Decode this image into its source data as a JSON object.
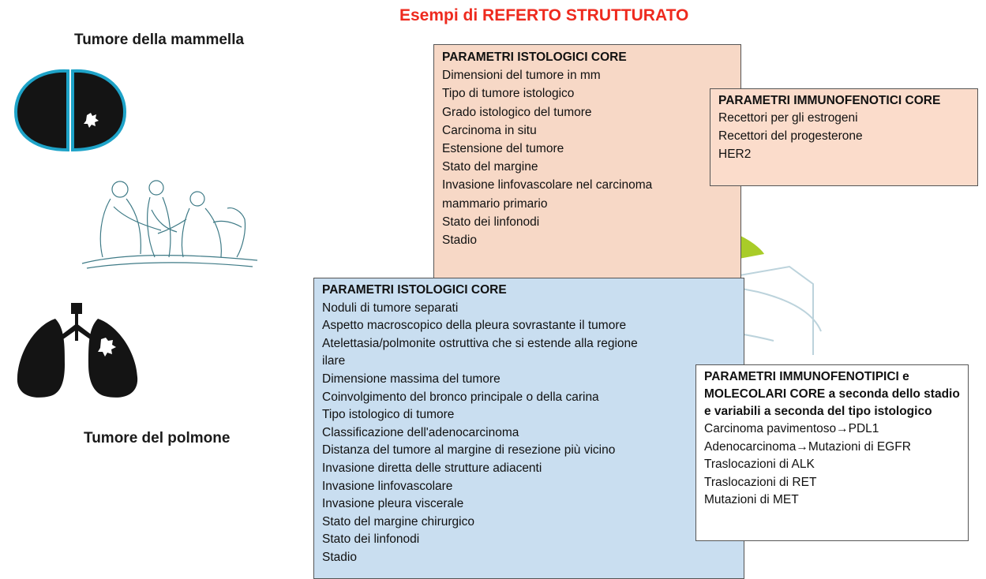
{
  "title": "Esempi di REFERTO STRUTTURATO",
  "colors": {
    "title": "#ee2a1e",
    "breast_box": "#f7d8c6",
    "breast_immuno_box": "#fbdccb",
    "lung_box": "#c9def0",
    "lung_mol_box": "#ffffff",
    "organ_outline": "#1ea3c8"
  },
  "left_labels": {
    "breast": "Tumore della mammella",
    "lung": "Tumore del polmone"
  },
  "icons": [
    "breast-icon",
    "surgeons-drawing-icon",
    "lungs-icon",
    "hand-sketch-icon",
    "green-gloves-icon"
  ],
  "breast_histo": {
    "header": "PARAMETRI ISTOLOGICI CORE",
    "items": [
      "Dimensioni del tumore in mm",
      "Tipo di tumore istologico",
      "Grado istologico del tumore",
      "Carcinoma in situ",
      "Estensione del tumore",
      "Stato del margine",
      "Invasione linfovascolare nel carcinoma",
      "mammario primario",
      "Stato dei linfonodi",
      "Stadio"
    ]
  },
  "breast_immuno": {
    "header": "PARAMETRI IMMUNOFENOTICI CORE",
    "items": [
      "Recettori per gli estrogeni",
      "Recettori del progesterone",
      "HER2"
    ]
  },
  "lung_histo": {
    "header": "PARAMETRI ISTOLOGICI CORE",
    "items": [
      "Noduli di tumore separati",
      "Aspetto macroscopico della pleura sovrastante il tumore",
      "Atelettasia/polmonite ostruttiva che si estende alla regione",
      "ilare",
      "Dimensione massima del tumore",
      "Coinvolgimento del bronco principale o della carina",
      "Tipo istologico di tumore",
      "Classificazione dell'adenocarcinoma",
      "Distanza del tumore al margine di resezione più vicino",
      "Invasione diretta delle strutture adiacenti",
      "Invasione linfovascolare",
      "Invasione pleura viscerale",
      "Stato del margine chirurgico",
      "Stato dei linfonodi",
      "Stadio"
    ]
  },
  "lung_mol": {
    "header": "PARAMETRI IMMUNOFENOTIPICI e MOLECOLARI CORE a seconda dello stadio e variabili a seconda del tipo  istologico",
    "items": [
      "Carcinoma pavimentoso→PDL1",
      "Adenocarcinoma→Mutazioni di EGFR",
      "Traslocazioni di ALK",
      "Traslocazioni di RET",
      "Mutazioni di MET"
    ]
  }
}
